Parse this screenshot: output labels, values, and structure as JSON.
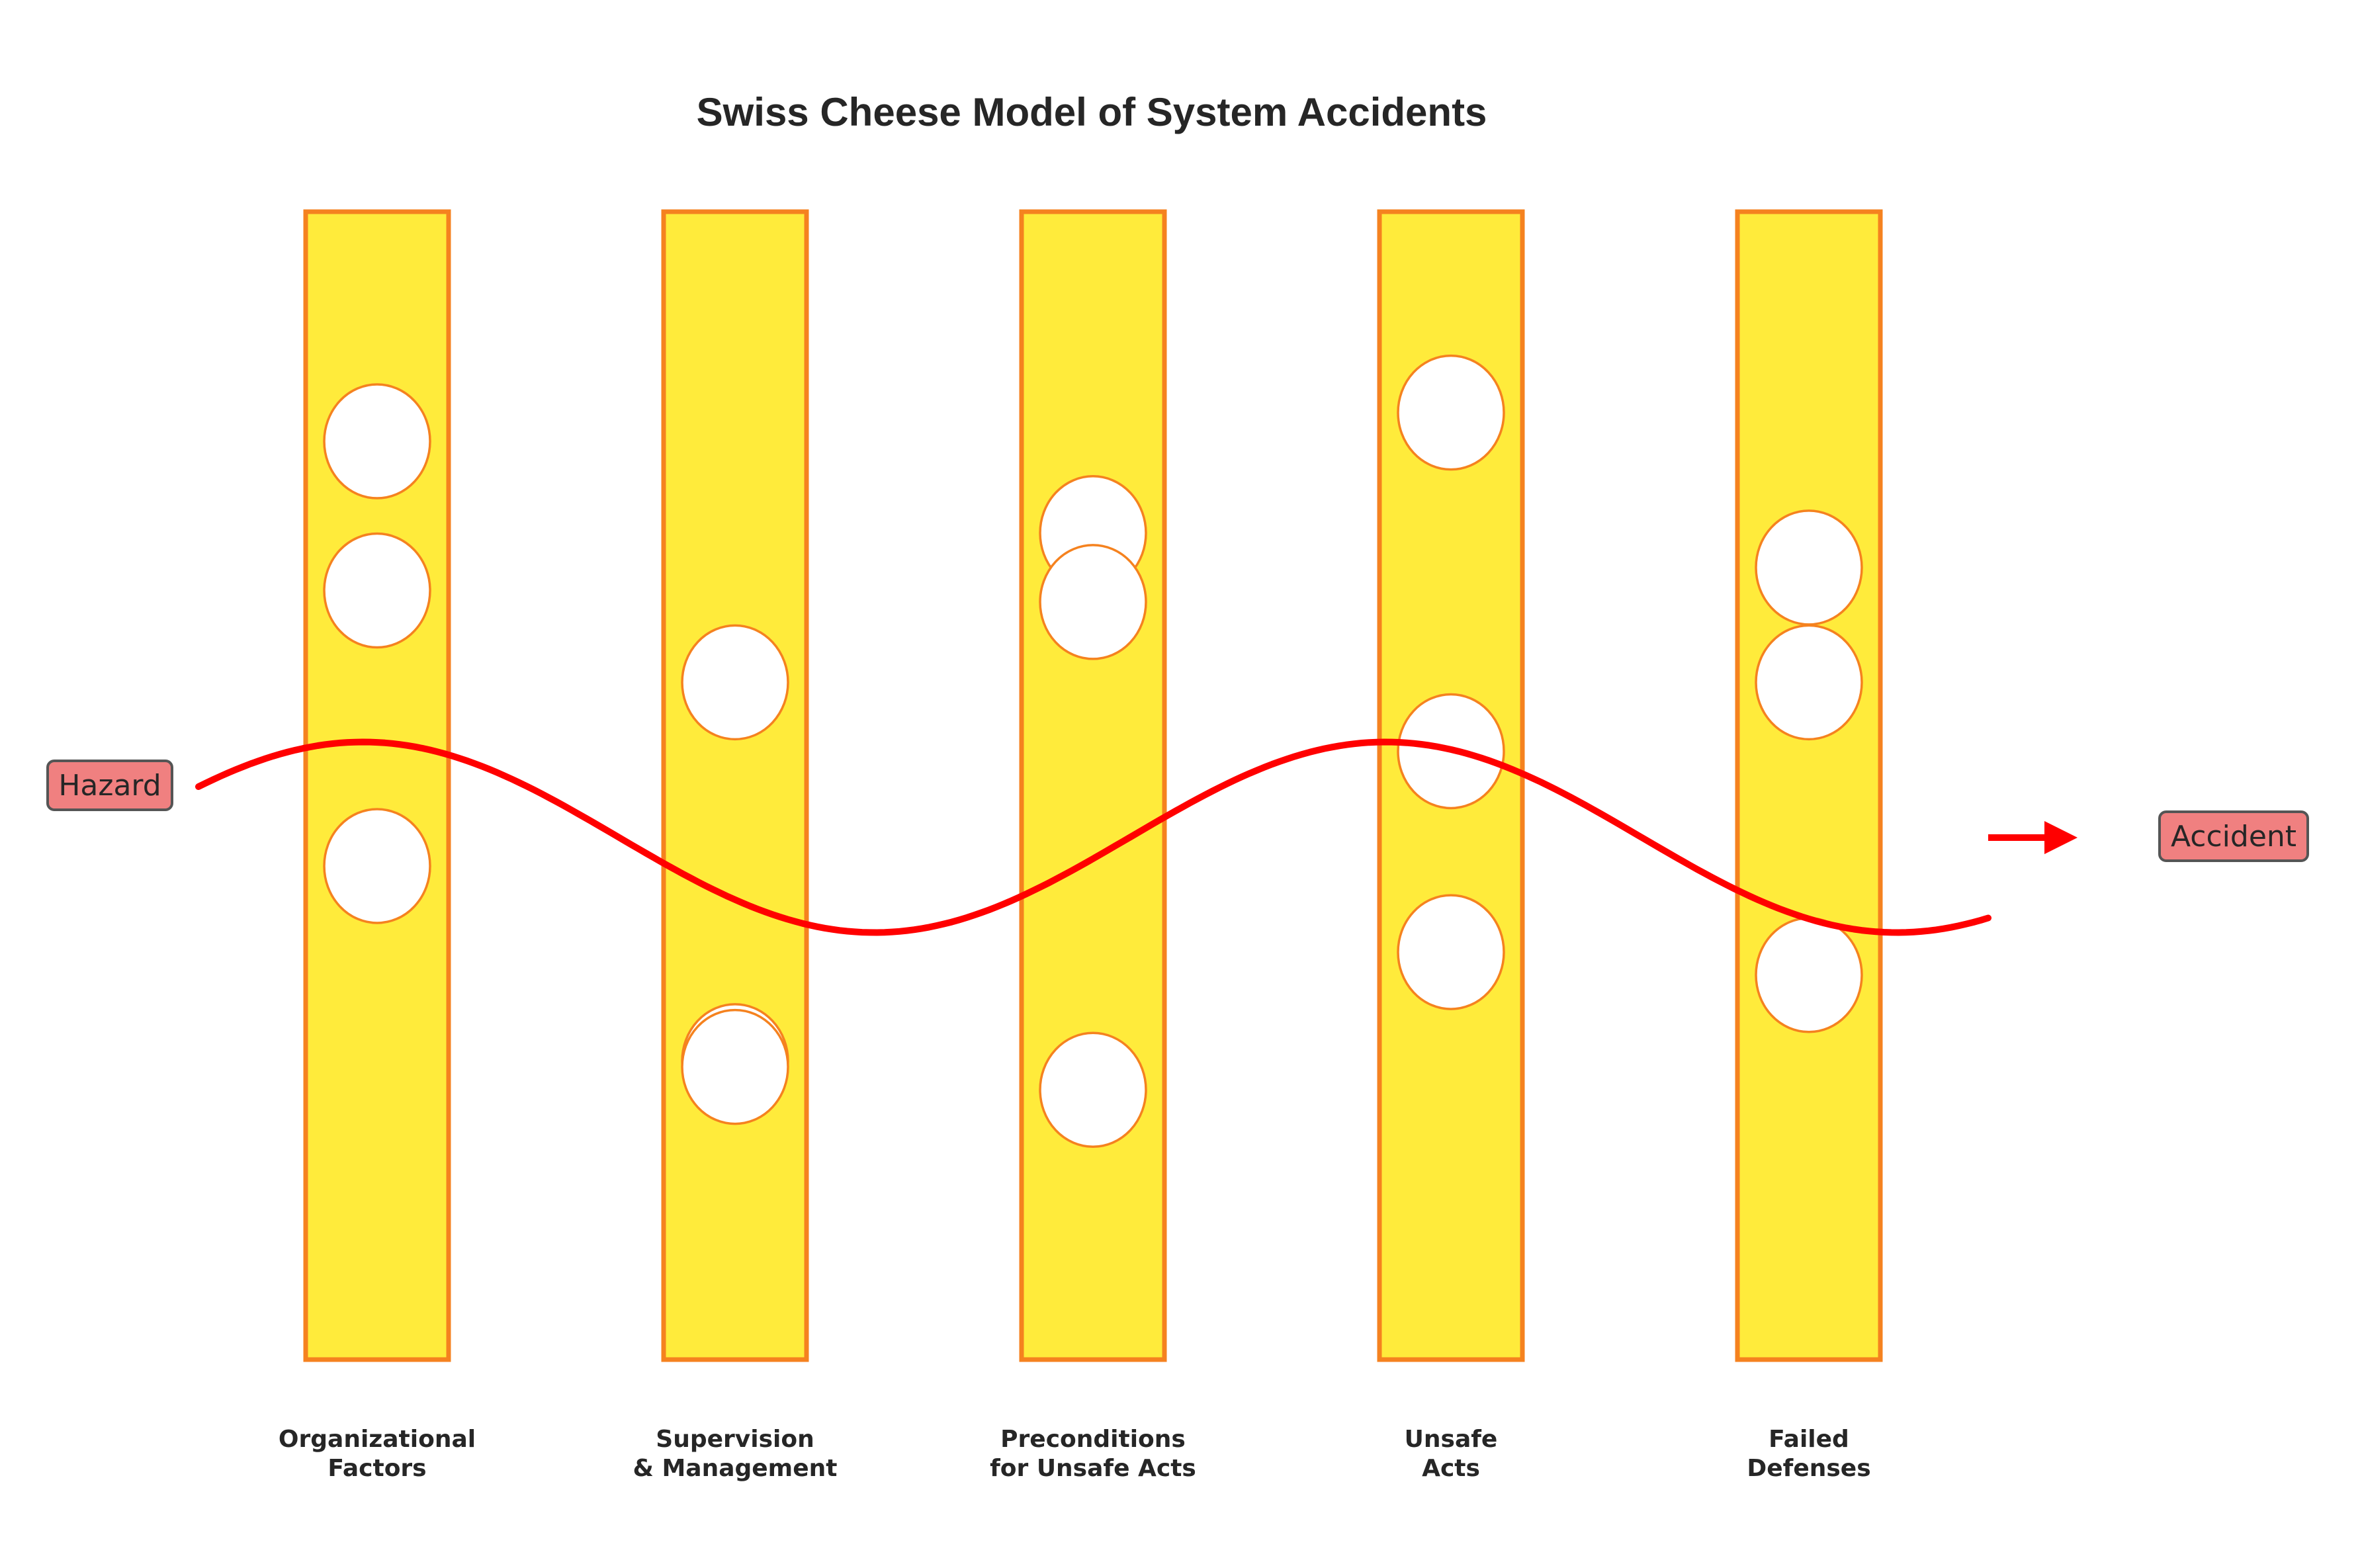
{
  "title": "Swiss Cheese Model of System Accidents",
  "colors": {
    "slice_fill": "#FFEB3B",
    "slice_stroke": "#F5821F",
    "hole_fill": "#FFFFFF",
    "hole_stroke": "#F5821F",
    "path": "#FF0000",
    "endpoint_fill": "#F08080",
    "endpoint_stroke": "#555555",
    "text": "#262626"
  },
  "hazard_label": "Hazard",
  "accident_label": "Accident",
  "layers": [
    {
      "name": "organizational-factors",
      "label_lines": [
        "Organizational",
        "Factors"
      ],
      "holes": [
        0.8,
        0.67,
        0.43
      ]
    },
    {
      "name": "supervision-management",
      "label_lines": [
        "Supervision",
        "& Management"
      ],
      "holes": [
        0.59,
        0.26,
        0.255
      ]
    },
    {
      "name": "preconditions",
      "label_lines": [
        "Preconditions",
        "for Unsafe Acts"
      ],
      "holes": [
        0.72,
        0.66,
        0.235
      ]
    },
    {
      "name": "unsafe-acts",
      "label_lines": [
        "Unsafe",
        "Acts"
      ],
      "holes": [
        0.825,
        0.53,
        0.355
      ]
    },
    {
      "name": "failed-defenses",
      "label_lines": [
        "Failed",
        "Defenses"
      ],
      "holes": [
        0.69,
        0.59,
        0.335
      ]
    }
  ]
}
